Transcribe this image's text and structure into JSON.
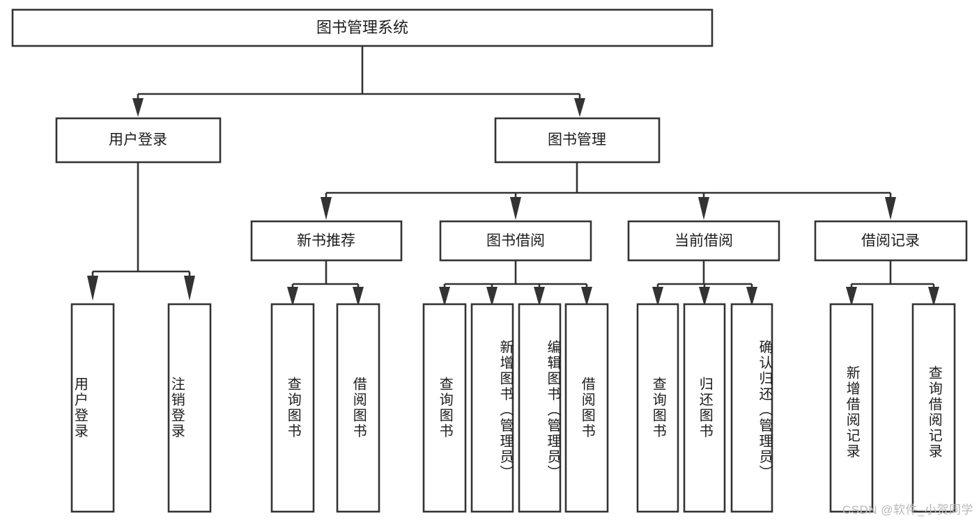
{
  "diagram": {
    "type": "tree-hierarchy",
    "title": "图书管理系统",
    "watermark": "CSDN @软件_小贺同学",
    "levels": {
      "root": {
        "label": "图书管理系统"
      },
      "level2": [
        {
          "label": "用户登录"
        },
        {
          "label": "图书管理"
        }
      ],
      "level3": [
        {
          "label": "新书推荐"
        },
        {
          "label": "图书借阅"
        },
        {
          "label": "当前借阅"
        },
        {
          "label": "借阅记录"
        }
      ]
    },
    "leaves": {
      "user_login": [
        {
          "label": "用户登录"
        },
        {
          "label": "注销登录"
        }
      ],
      "new_book_recommend": [
        {
          "label": "查询图书"
        },
        {
          "label": "借阅图书"
        }
      ],
      "book_borrow": [
        {
          "label": "查询图书"
        },
        {
          "label": "新增图书（管理员）"
        },
        {
          "label": "编辑图书（管理员）"
        },
        {
          "label": "借阅图书"
        }
      ],
      "current_borrow": [
        {
          "label": "查询图书"
        },
        {
          "label": "归还图书"
        },
        {
          "label": "确认归还（管理员）"
        }
      ],
      "borrow_record": [
        {
          "label": "新增借阅记录"
        },
        {
          "label": "查询借阅记录"
        }
      ]
    },
    "colors": {
      "box_stroke": "#333333",
      "box_fill": "#ffffff",
      "text": "#1c1c1c",
      "watermark": "#b9b9b9",
      "background": "#ffffff"
    }
  }
}
